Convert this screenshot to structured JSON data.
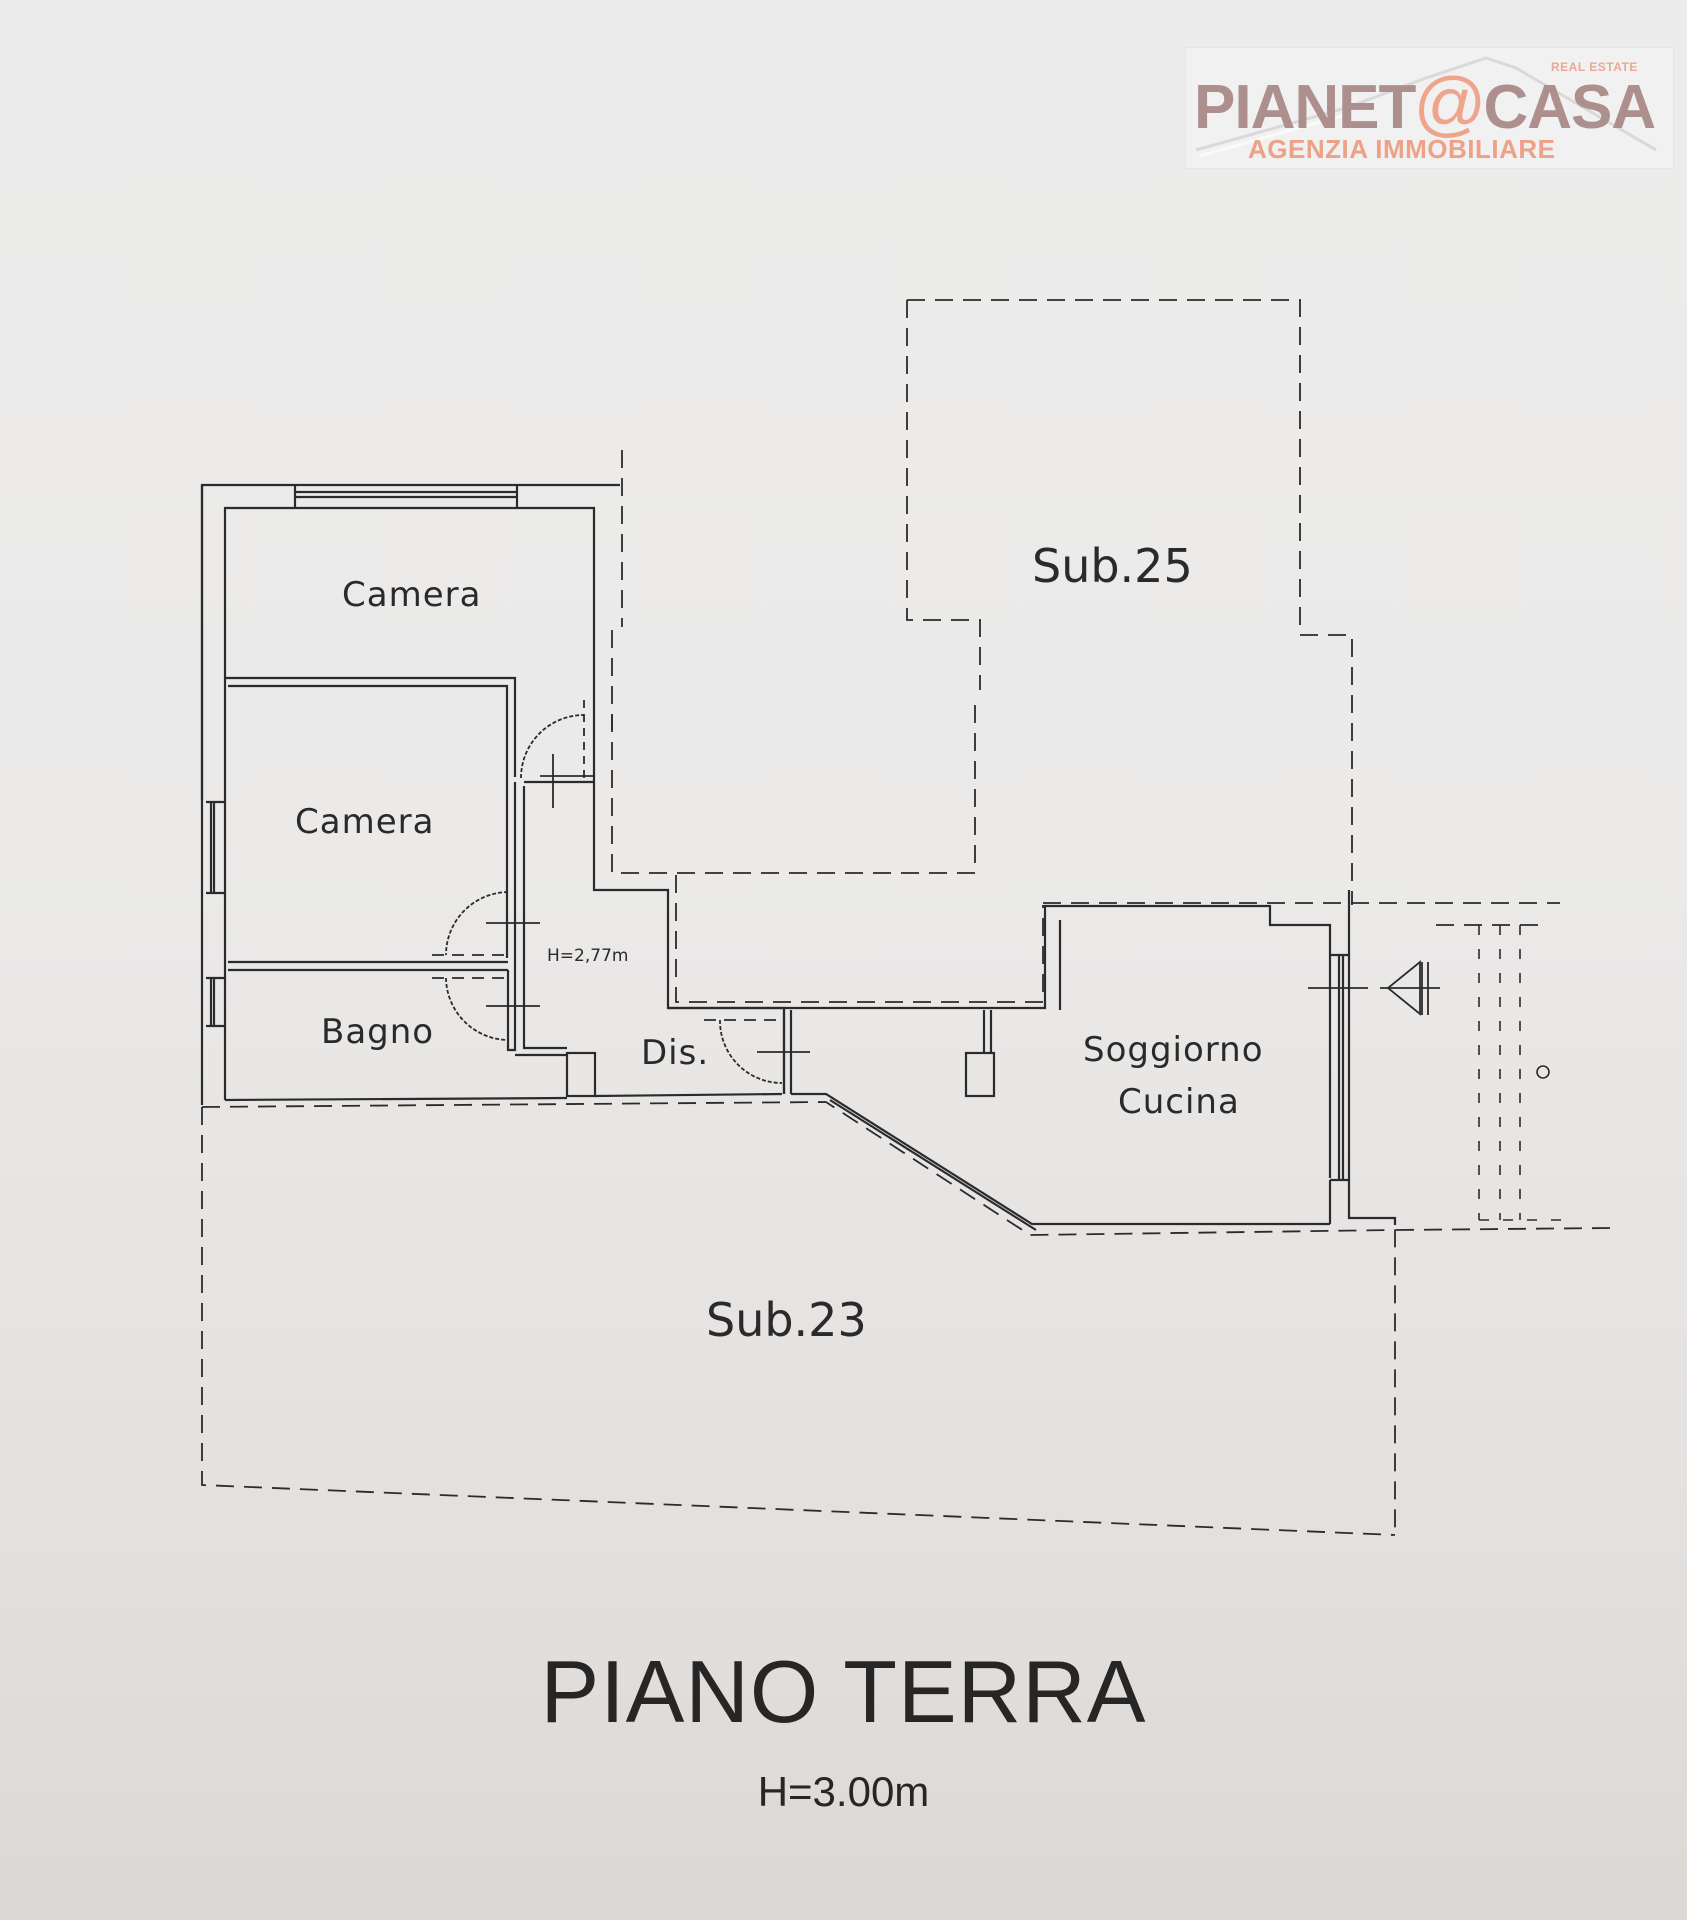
{
  "logo": {
    "brand_left": "PIANET",
    "brand_at": "@",
    "brand_right": "CASA",
    "tagline_top": "REAL ESTATE",
    "tagline_bottom": "AGENZIA IMMOBILIARE",
    "colors": {
      "brand": "#ad8f8d",
      "accent": "#efa58b"
    }
  },
  "floor_plan": {
    "rooms": [
      {
        "id": "camera-1",
        "label": "Camera"
      },
      {
        "id": "camera-2",
        "label": "Camera"
      },
      {
        "id": "bagno",
        "label": "Bagno"
      },
      {
        "id": "disimpegno",
        "label": "Dis."
      },
      {
        "id": "soggiorno",
        "label": "Soggiorno"
      },
      {
        "id": "cucina",
        "label": "Cucina"
      }
    ],
    "annotations": {
      "corridor_height": "H=2,77m"
    },
    "adjacent_units": [
      {
        "id": "sub-25",
        "label": "Sub.25"
      },
      {
        "id": "sub-23",
        "label": "Sub.23"
      }
    ],
    "line_color": "#2b2b2b"
  },
  "title": {
    "floor_name": "PIANO TERRA",
    "floor_height": "H=3.00m"
  }
}
